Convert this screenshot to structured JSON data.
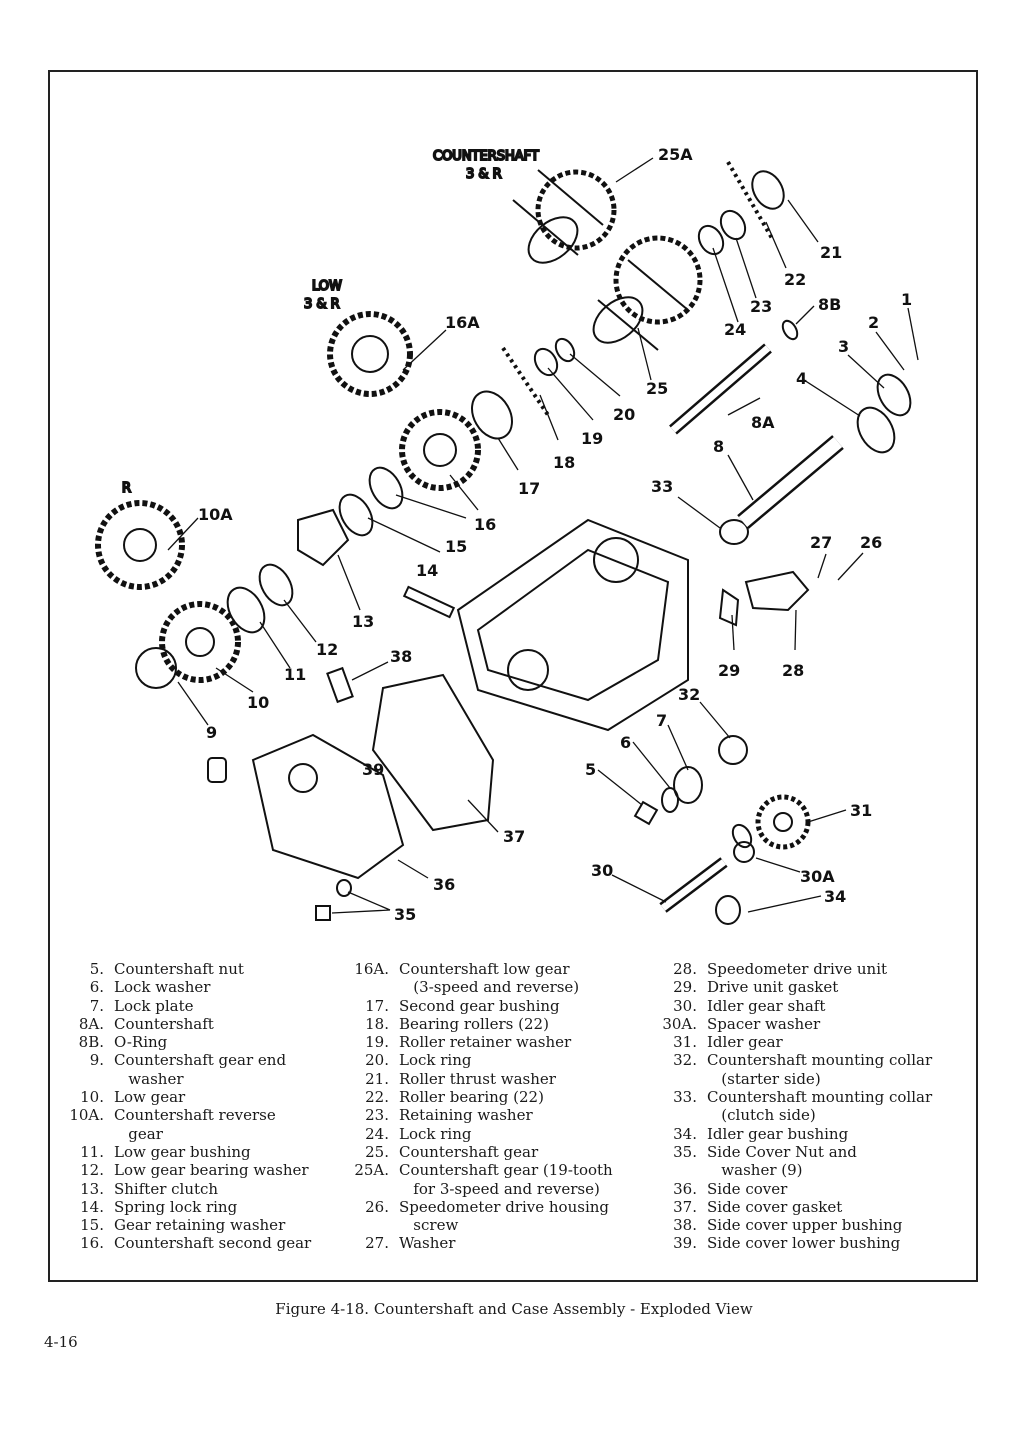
{
  "diagram": {
    "assembly_labels": {
      "countershaft_3r_line1": "COUNTERSHAFT",
      "countershaft_3r_line2": "3 & R",
      "low_3r_line1": "LOW",
      "low_3r_line2": "3 & R",
      "r": "R"
    },
    "callouts": {
      "c25A": "25A",
      "c21": "21",
      "c22": "22",
      "c23": "23",
      "c24": "24",
      "c8B": "8B",
      "c1": "1",
      "c2": "2",
      "c3": "3",
      "c4": "4",
      "c16A": "16A",
      "c25": "25",
      "c20": "20",
      "c19": "19",
      "c18": "18",
      "c17": "17",
      "c8A": "8A",
      "c8": "8",
      "c33": "33",
      "c10A": "10A",
      "c15": "15",
      "c16": "16",
      "c14": "14",
      "c13": "13",
      "c27": "27",
      "c26": "26",
      "c12": "12",
      "c11": "11",
      "c38": "38",
      "c29": "29",
      "c28": "28",
      "c10": "10",
      "c9": "9",
      "c32": "32",
      "c7": "7",
      "c6": "6",
      "c39": "39",
      "c5": "5",
      "c31": "31",
      "c37": "37",
      "c30": "30",
      "c30A": "30A",
      "c34": "34",
      "c36": "36",
      "c35": "35"
    }
  },
  "legend": {
    "col1": [
      {
        "num": "5.",
        "lines": [
          "Countershaft nut"
        ]
      },
      {
        "num": "6.",
        "lines": [
          "Lock washer"
        ]
      },
      {
        "num": "7.",
        "lines": [
          "Lock plate"
        ]
      },
      {
        "num": "8A.",
        "lines": [
          "Countershaft"
        ]
      },
      {
        "num": "8B.",
        "lines": [
          "O-Ring"
        ]
      },
      {
        "num": "9.",
        "lines": [
          "Countershaft gear end",
          "   washer"
        ]
      },
      {
        "num": "10.",
        "lines": [
          "Low gear"
        ]
      },
      {
        "num": "10A.",
        "lines": [
          "Countershaft reverse",
          "   gear"
        ]
      },
      {
        "num": "11.",
        "lines": [
          "Low gear bushing"
        ]
      },
      {
        "num": "12.",
        "lines": [
          "Low gear bearing washer"
        ]
      },
      {
        "num": "13.",
        "lines": [
          "Shifter clutch"
        ]
      },
      {
        "num": "14.",
        "lines": [
          "Spring lock ring"
        ]
      },
      {
        "num": "15.",
        "lines": [
          "Gear retaining washer"
        ]
      },
      {
        "num": "16.",
        "lines": [
          "Countershaft second gear"
        ]
      }
    ],
    "col2": [
      {
        "num": "16A.",
        "lines": [
          "Countershaft low gear",
          "   (3-speed and reverse)"
        ]
      },
      {
        "num": "17.",
        "lines": [
          "Second gear bushing"
        ]
      },
      {
        "num": "18.",
        "lines": [
          "Bearing rollers (22)"
        ]
      },
      {
        "num": "19.",
        "lines": [
          "Roller retainer washer"
        ]
      },
      {
        "num": "20.",
        "lines": [
          "Lock ring"
        ]
      },
      {
        "num": "21.",
        "lines": [
          "Roller thrust washer"
        ]
      },
      {
        "num": "22.",
        "lines": [
          "Roller bearing (22)"
        ]
      },
      {
        "num": "23.",
        "lines": [
          "Retaining washer"
        ]
      },
      {
        "num": "24.",
        "lines": [
          "Lock ring"
        ]
      },
      {
        "num": "25.",
        "lines": [
          "Countershaft gear"
        ]
      },
      {
        "num": "25A.",
        "lines": [
          "Countershaft gear (19-tooth",
          "   for 3-speed and reverse)"
        ]
      },
      {
        "num": "26.",
        "lines": [
          "Speedometer drive housing",
          "   screw"
        ]
      },
      {
        "num": "27.",
        "lines": [
          "Washer"
        ]
      }
    ],
    "col3": [
      {
        "num": "28.",
        "lines": [
          "Speedometer drive unit"
        ]
      },
      {
        "num": "29.",
        "lines": [
          "Drive unit gasket"
        ]
      },
      {
        "num": "30.",
        "lines": [
          "Idler gear shaft"
        ]
      },
      {
        "num": "30A.",
        "lines": [
          "Spacer washer"
        ]
      },
      {
        "num": "31.",
        "lines": [
          "Idler gear"
        ]
      },
      {
        "num": "32.",
        "lines": [
          "Countershaft mounting collar",
          "   (starter side)"
        ]
      },
      {
        "num": "33.",
        "lines": [
          "Countershaft mounting collar",
          "   (clutch side)"
        ]
      },
      {
        "num": "34.",
        "lines": [
          "Idler gear bushing"
        ]
      },
      {
        "num": "35.",
        "lines": [
          "Side Cover Nut and",
          "   washer (9)"
        ]
      },
      {
        "num": "36.",
        "lines": [
          "Side cover"
        ]
      },
      {
        "num": "37.",
        "lines": [
          "Side cover gasket"
        ]
      },
      {
        "num": "38.",
        "lines": [
          "Side cover upper bushing"
        ]
      },
      {
        "num": "39.",
        "lines": [
          "Side cover lower bushing"
        ]
      }
    ]
  },
  "caption": "Figure 4-18. Countershaft and Case Assembly - Exploded View",
  "page_number": "4-16"
}
